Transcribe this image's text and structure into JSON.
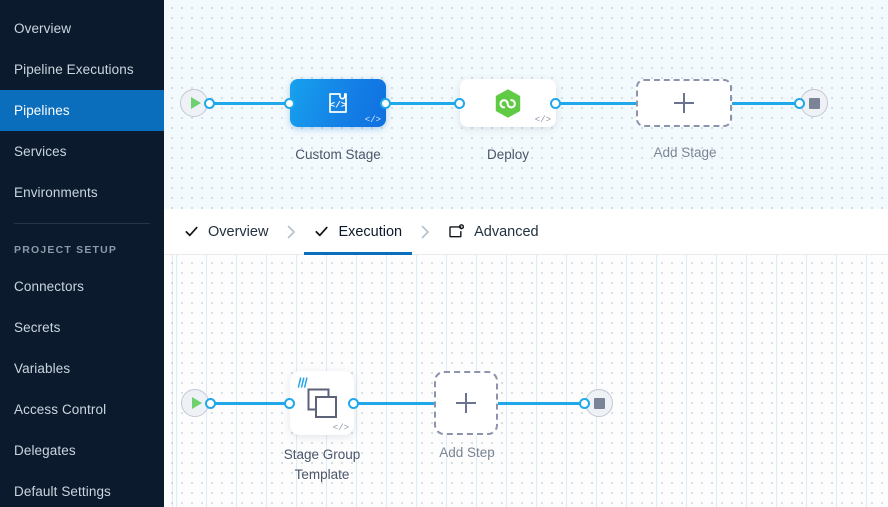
{
  "sidebar": {
    "items": [
      {
        "label": "Overview",
        "name": "overview",
        "active": false
      },
      {
        "label": "Pipeline Executions",
        "name": "pipeline-executions",
        "active": false
      },
      {
        "label": "Pipelines",
        "name": "pipelines",
        "active": true
      },
      {
        "label": "Services",
        "name": "services",
        "active": false
      },
      {
        "label": "Environments",
        "name": "environments",
        "active": false
      }
    ],
    "section_label": "PROJECT SETUP",
    "setup_items": [
      {
        "label": "Connectors",
        "name": "connectors"
      },
      {
        "label": "Secrets",
        "name": "secrets"
      },
      {
        "label": "Variables",
        "name": "variables"
      },
      {
        "label": "Access Control",
        "name": "access-control"
      },
      {
        "label": "Delegates",
        "name": "delegates"
      },
      {
        "label": "Default Settings",
        "name": "default-settings"
      }
    ],
    "active_color": "#0a6ebd",
    "background_color": "#0b1b2d"
  },
  "tabs": {
    "items": [
      {
        "label": "Overview",
        "icon": "check-icon",
        "active": false
      },
      {
        "label": "Execution",
        "icon": "check-icon",
        "active": true
      },
      {
        "label": "Advanced",
        "icon": "advanced-gear-window-icon",
        "active": false
      }
    ],
    "separator_icon": "chevron-right-icon",
    "active_underline_color": "#0a6ebd"
  },
  "stage_graph": {
    "start_node": {
      "icon": "play-icon",
      "color": "#6fd06f"
    },
    "end_node": {
      "icon": "stop-square-icon",
      "color": "#7b8497"
    },
    "stages": [
      {
        "label": "Custom Stage",
        "icon": "custom-stage-code-icon",
        "selected": true,
        "code_badge": "</>",
        "accent": "#1481e6"
      },
      {
        "label": "Deploy",
        "icon": "harness-cd-hexagon-icon",
        "selected": false,
        "code_badge": "</>",
        "accent": "#5fca43"
      }
    ],
    "add_stage": {
      "label": "Add Stage",
      "icon": "plus-icon"
    },
    "link_color": "#20a8ea"
  },
  "execution_graph": {
    "start_node": {
      "icon": "play-icon",
      "color": "#6fd06f"
    },
    "end_node": {
      "icon": "stop-square-icon",
      "color": "#7b8497"
    },
    "steps": [
      {
        "label": "Stage Group\nTemplate",
        "icon": "stacked-squares-icon",
        "code_badge": "</>",
        "template_badge": "template-lines-icon"
      }
    ],
    "add_step": {
      "label": "Add Step",
      "icon": "plus-icon"
    },
    "link_color": "#20a8ea"
  }
}
